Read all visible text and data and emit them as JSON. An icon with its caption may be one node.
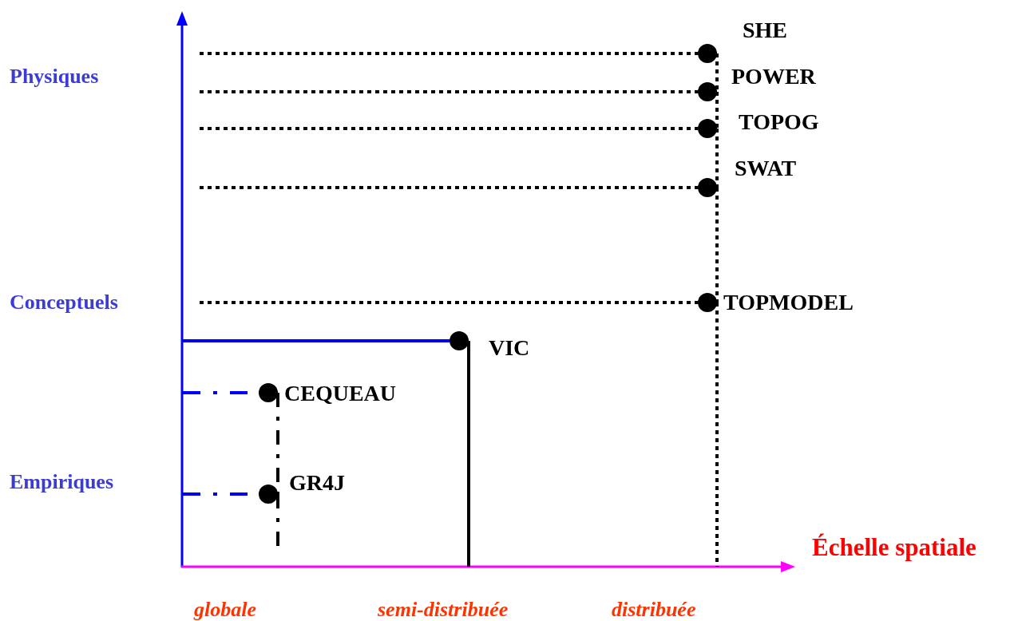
{
  "diagram": {
    "nodes": [
      {
        "text": [],
        "shape": "circle",
        "beside": [
          "SHE"
        ]
      },
      {
        "text": [],
        "shape": "circle",
        "beside": [
          "POWER"
        ]
      },
      {
        "text": [],
        "shape": "circle",
        "beside": [
          "TOPOG"
        ]
      },
      {
        "text": [],
        "shape": "circle",
        "beside": [
          "SWAT"
        ]
      },
      {
        "text": [],
        "shape": "circle",
        "beside": [
          "TOPMODEL"
        ]
      },
      {
        "text": [],
        "shape": "circle",
        "beside": [
          "VIC"
        ]
      },
      {
        "text": [],
        "shape": "circle",
        "beside": [
          "CEQUEAU"
        ]
      },
      {
        "text": [],
        "shape": "circle",
        "beside": [
          "GR4J"
        ]
      }
    ],
    "edges": [
      {
        "from": null,
        "to": 0,
        "arrow": "none",
        "style": "dashed"
      },
      {
        "from": null,
        "to": 1,
        "arrow": "none",
        "style": "dashed"
      },
      {
        "from": null,
        "to": 2,
        "arrow": "none",
        "style": "dashed"
      },
      {
        "from": null,
        "to": 3,
        "arrow": "none",
        "style": "dashed"
      },
      {
        "from": null,
        "to": 4,
        "arrow": "none",
        "style": "dashed"
      },
      {
        "from": null,
        "to": 5,
        "arrow": "none",
        "color": "#0000ff"
      },
      {
        "from": null,
        "to": 6,
        "arrow": "none",
        "style": "dashed",
        "color": "#0000ff"
      },
      {
        "from": null,
        "to": 7,
        "arrow": "none",
        "style": "dashed",
        "color": "#0000ff"
      },
      {
        "from": 0,
        "to": 1,
        "arrow": "none",
        "style": "dashed"
      },
      {
        "from": 1,
        "to": 2,
        "arrow": "none",
        "style": "dashed"
      },
      {
        "from": 2,
        "to": 3,
        "arrow": "none",
        "style": "dashed"
      },
      {
        "from": 3,
        "to": 4,
        "arrow": "none",
        "style": "dashed"
      },
      {
        "from": 4,
        "to": null,
        "arrow": "none",
        "style": "dashed"
      },
      {
        "from": 5,
        "to": null,
        "arrow": "none"
      },
      {
        "from": 6,
        "to": 7,
        "arrow": "none",
        "style": "dashed"
      },
      {
        "from": 7,
        "to": null,
        "arrow": "none",
        "style": "dashed"
      }
    ],
    "labels": [
      "Physiques",
      "Conceptuels",
      "Empiriques",
      "Échelle spatiale",
      "globale",
      "semi-distribuée",
      "distribuée"
    ]
  }
}
